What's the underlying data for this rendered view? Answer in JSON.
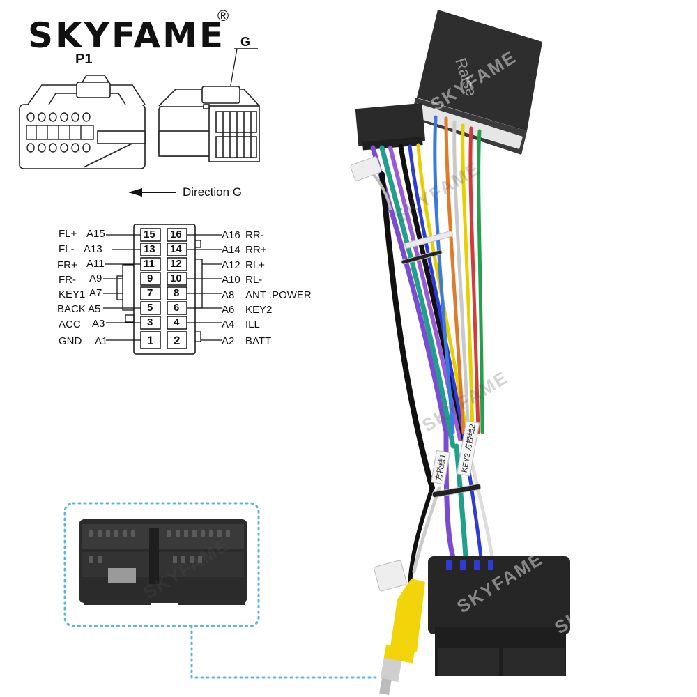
{
  "brand": {
    "name": "SKYFAME",
    "registered": "®"
  },
  "labels": {
    "p1": "P1",
    "g": "G",
    "direction": "Direction G"
  },
  "pins": {
    "left": [
      {
        "pos": "FL+",
        "id": "A15",
        "num": "15"
      },
      {
        "pos": "FL-",
        "id": "A13",
        "num": "13"
      },
      {
        "pos": "FR+",
        "id": "A11",
        "num": "11"
      },
      {
        "pos": "FR-",
        "id": "A9",
        "num": "9"
      },
      {
        "pos": "KEY1",
        "id": "A7",
        "num": "7"
      },
      {
        "pos": "BACK",
        "id": "A5",
        "num": "5"
      },
      {
        "pos": "ACC",
        "id": "A3",
        "num": "3"
      },
      {
        "pos": "GND",
        "id": "A1",
        "num": "1"
      }
    ],
    "right": [
      {
        "num": "16",
        "id": "A16",
        "pos": "RR-"
      },
      {
        "num": "14",
        "id": "A14",
        "pos": "RR+"
      },
      {
        "num": "12",
        "id": "A12",
        "pos": "RL+"
      },
      {
        "num": "10",
        "id": "A10",
        "pos": "RL-"
      },
      {
        "num": "8",
        "id": "A8",
        "pos": "ANT .POWER"
      },
      {
        "num": "6",
        "id": "A6",
        "pos": "KEY2"
      },
      {
        "num": "4",
        "id": "A4",
        "pos": "ILL"
      },
      {
        "num": "2",
        "id": "A2",
        "pos": "BATT"
      }
    ]
  },
  "photo": {
    "box_text": "Raise",
    "watermark": "SKYFAME",
    "tag_key2": "KEY2",
    "tag_key1": "方控线1",
    "tag_key2_cn": "方控线2"
  },
  "colors": {
    "connector": "#262626",
    "dotted_border": "#5ab4e0",
    "rca_yellow": "#f2d40a"
  }
}
